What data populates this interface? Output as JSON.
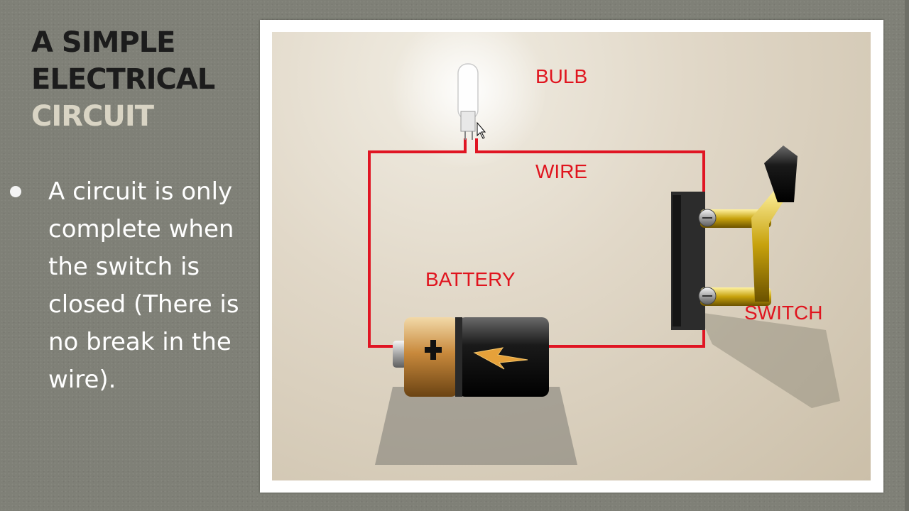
{
  "title": {
    "line1": "A SIMPLE",
    "line2": "ELECTRICAL",
    "line3": "CIRCUIT"
  },
  "bullet": {
    "text": "A circuit is only complete when the switch is closed (There is no break in the wire)."
  },
  "diagram": {
    "labels": {
      "bulb": "BULB",
      "wire": "WIRE",
      "battery": "BATTERY",
      "switch": "SWITCH"
    }
  },
  "colors": {
    "background": "#7f8077",
    "title_dark": "#1c1c1c",
    "title_light": "#d9d4c4",
    "label_red": "#e0141e",
    "wire_red": "#e01523"
  },
  "icons": [
    "bulb-icon",
    "battery-icon",
    "switch-icon",
    "bullet-dot-icon",
    "mouse-cursor-icon"
  ]
}
